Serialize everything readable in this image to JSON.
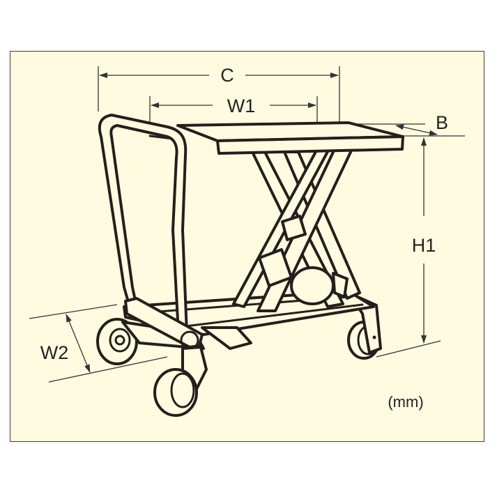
{
  "diagram": {
    "type": "dimension-drawing",
    "subject": "scissor lift table cart",
    "colors": {
      "background": "#fffbe0",
      "frame_border": "#4a3a32",
      "line": "#231f1c",
      "dimension_line": "#333333"
    },
    "dimensions": {
      "c": {
        "label": "C"
      },
      "w1": {
        "label": "W1"
      },
      "b": {
        "label": "B"
      },
      "h1": {
        "label": "H1"
      },
      "w2": {
        "label": "W2"
      }
    },
    "unit_note": "(mm)"
  }
}
